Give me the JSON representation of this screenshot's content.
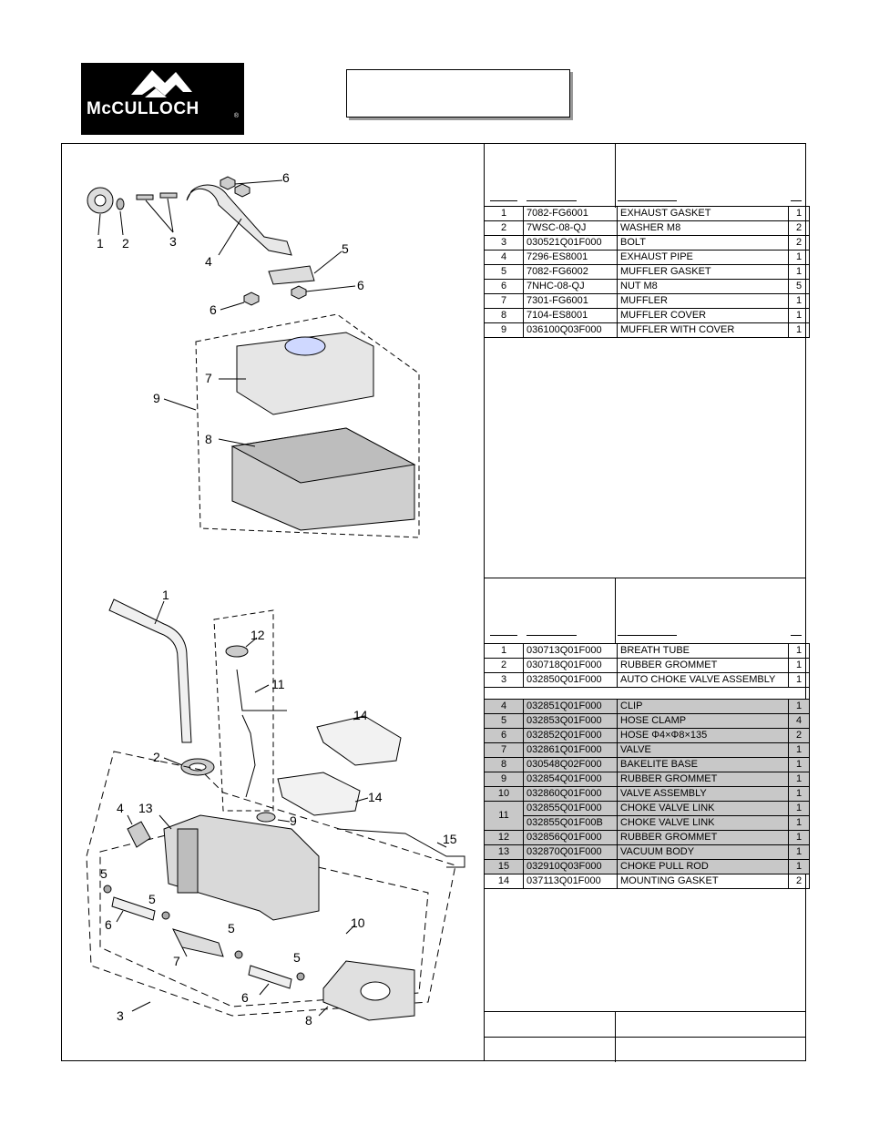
{
  "logo": {
    "name": "McCULLOCH",
    "mark": "®"
  },
  "diagram_top": {
    "callouts": [
      "1",
      "2",
      "3",
      "4",
      "5",
      "6",
      "6",
      "6",
      "7",
      "8",
      "9"
    ]
  },
  "diagram_bottom": {
    "callouts": [
      "1",
      "2",
      "3",
      "4",
      "5",
      "5",
      "5",
      "5",
      "6",
      "6",
      "7",
      "8",
      "9",
      "10",
      "11",
      "12",
      "13",
      "14",
      "14",
      "15"
    ]
  },
  "table1": {
    "rows": [
      {
        "no": "1",
        "part": "7082-FG6001",
        "desc": "EXHAUST GASKET",
        "qty": "1"
      },
      {
        "no": "2",
        "part": "7WSC-08-QJ",
        "desc": "WASHER M8",
        "qty": "2"
      },
      {
        "no": "3",
        "part": "030521Q01F000",
        "desc": "BOLT",
        "qty": "2"
      },
      {
        "no": "4",
        "part": "7296-ES8001",
        "desc": "EXHAUST PIPE",
        "qty": "1"
      },
      {
        "no": "5",
        "part": "7082-FG6002",
        "desc": "MUFFLER GASKET",
        "qty": "1"
      },
      {
        "no": "6",
        "part": "7NHC-08-QJ",
        "desc": "NUT M8",
        "qty": "5"
      },
      {
        "no": "7",
        "part": "7301-FG6001",
        "desc": "MUFFLER",
        "qty": "1"
      },
      {
        "no": "8",
        "part": "7104-ES8001",
        "desc": "MUFFLER COVER",
        "qty": "1"
      },
      {
        "no": "9",
        "part": "036100Q03F000",
        "desc": "MUFFLER WITH COVER",
        "qty": "1"
      }
    ]
  },
  "table2": {
    "rows": [
      {
        "no": "1",
        "part": "030713Q01F000",
        "desc": "BREATH TUBE",
        "qty": "1",
        "grey": false
      },
      {
        "no": "2",
        "part": "030718Q01F000",
        "desc": "RUBBER GROMMET",
        "qty": "1",
        "grey": false
      },
      {
        "no": "3",
        "part": "032850Q01F000",
        "desc": "AUTO CHOKE VALVE ASSEMBLY",
        "qty": "1",
        "grey": false
      },
      {
        "no": "4",
        "part": "032851Q01F000",
        "desc": "CLIP",
        "qty": "1",
        "grey": true
      },
      {
        "no": "5",
        "part": "032853Q01F000",
        "desc": "HOSE CLAMP",
        "qty": "4",
        "grey": true
      },
      {
        "no": "6",
        "part": "032852Q01F000",
        "desc": "HOSE Φ4×Φ8×135",
        "qty": "2",
        "grey": true
      },
      {
        "no": "7",
        "part": "032861Q01F000",
        "desc": "VALVE",
        "qty": "1",
        "grey": true
      },
      {
        "no": "8",
        "part": "030548Q02F000",
        "desc": "BAKELITE BASE",
        "qty": "1",
        "grey": true
      },
      {
        "no": "9",
        "part": "032854Q01F000",
        "desc": "RUBBER GROMMET",
        "qty": "1",
        "grey": true
      },
      {
        "no": "10",
        "part": "032860Q01F000",
        "desc": "VALVE ASSEMBLY",
        "qty": "1",
        "grey": true
      },
      {
        "no": "11",
        "part": "032855Q01F000",
        "desc": "CHOKE VALVE LINK",
        "qty": "1",
        "grey": true
      },
      {
        "no": "",
        "part": "032855Q01F00B",
        "desc": "CHOKE VALVE LINK",
        "qty": "1",
        "grey": true
      },
      {
        "no": "12",
        "part": "032856Q01F000",
        "desc": "RUBBER GROMMET",
        "qty": "1",
        "grey": true
      },
      {
        "no": "13",
        "part": "032870Q01F000",
        "desc": "VACUUM BODY",
        "qty": "1",
        "grey": true
      },
      {
        "no": "15",
        "part": "032910Q03F000",
        "desc": "CHOKE PULL ROD",
        "qty": "1",
        "grey": true
      },
      {
        "no": "14",
        "part": "037113Q01F000",
        "desc": "MOUNTING GASKET",
        "qty": "2",
        "grey": false
      }
    ]
  }
}
